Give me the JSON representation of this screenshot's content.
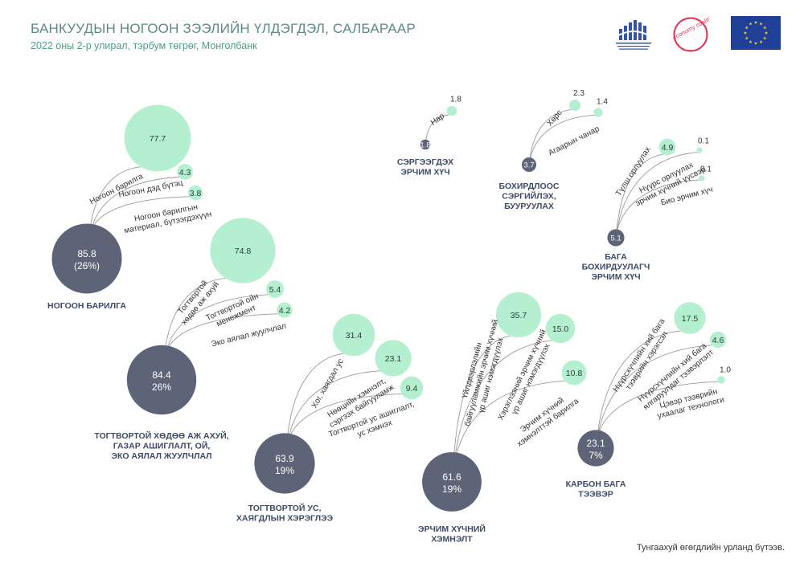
{
  "header": {
    "title": "БАНКУУДЫН НОГООН ЗЭЭЛИЙН ҮЛДЭГДЭЛ, САЛБАРААР",
    "subtitle": "2022 оны 2-р улирал, тэрбум төгрөг, Монголбанк"
  },
  "footer": {
    "note": "Тунгаахуй өгөгдлийн урланд бүтээв."
  },
  "logos": {
    "gcc": "gcc-logo",
    "geco": "green economy coalition",
    "eu": "eu-flag"
  },
  "colors": {
    "sector": "#5d6478",
    "sub": "#b4f0cf",
    "connector": "#9a9a9a",
    "accent": "#5b8a84"
  },
  "chart_data": {
    "type": "bubble-tree",
    "title": "БАНКУУДЫН НОГООН ЗЭЭЛИЙН ҮЛДЭГДЭЛ, САЛБАРААР",
    "sectors": [
      {
        "name": "НОГООН БАРИЛГА",
        "value": 85.8,
        "share": "(26%)",
        "subs": [
          {
            "name": "Ногоон барилга",
            "value": 77.7
          },
          {
            "name": "Ногоон дэд бүтэц",
            "value": 4.3
          },
          {
            "name": "Ногоон барилгын материал, бүтээгдэхүүн",
            "value": 3.8
          }
        ]
      },
      {
        "name": "ТОГТВОРТОЙ ХӨДӨӨ АЖ АХУЙ, ГАЗАР АШИГЛАЛТ, ОЙ, ЭКО АЯЛАЛ ЖУУЛЧЛАЛ",
        "value": 84.4,
        "share": "26%",
        "subs": [
          {
            "name": "Тогтвортой хөдөө аж ахуй",
            "value": 74.8
          },
          {
            "name": "Тогтвортой ойн менежмент",
            "value": 5.4
          },
          {
            "name": "Эко аялал жуулчлал",
            "value": 4.2
          }
        ]
      },
      {
        "name": "ТОГТВОРТОЙ УС, ХАЯГДЛЫН ХЭРЭГЛЭЭ",
        "value": 63.9,
        "share": "19%",
        "subs": [
          {
            "name": "Хог, хаягдал ус",
            "value": 31.4
          },
          {
            "name": "Нөөцийн хэмнэлт, сэргээх байгууламж",
            "value": 23.1
          },
          {
            "name": "Тогтвортой ус ашиглалт, ус хэмнэх",
            "value": 9.4
          }
        ]
      },
      {
        "name": "ЭРЧИМ ХҮЧНИЙ ХЭМНЭЛТ",
        "value": 61.6,
        "share": "19%",
        "subs": [
          {
            "name": "Үйлдвэрлэлийн байгууламжийн эрчим хүчний үр ашиг нэмэгдүүлэх",
            "value": 35.7
          },
          {
            "name": "Хэрэглээний эрчим хүчний үр ашиг нэмэгдүүлэх",
            "value": 15.0
          },
          {
            "name": "Эрчим хүчний хэмнэлттэй барилга",
            "value": 10.8
          }
        ]
      },
      {
        "name": "КАРБОН БАГА ТЭЭВЭР",
        "value": 23.1,
        "share": "7%",
        "subs": [
          {
            "name": "Нүүрсхүчлийн хий бага тээврийн хэрэгсэл",
            "value": 17.5
          },
          {
            "name": "Нүүрсхүчлийн хий бага ялгаруулдаг тээвэрлэлт",
            "value": 4.6
          },
          {
            "name": "Цэвэр тээврийн ухаалаг технологи",
            "value": 1.0
          }
        ]
      },
      {
        "name": "БАГА БОХИРДУУЛАГЧ ЭРЧИМ ХҮЧ",
        "value": 5.1,
        "share": "",
        "subs": [
          {
            "name": "Түлш орлуулах",
            "value": 4.9
          },
          {
            "name": "Нүүрс орлуулах эрчим хүчний үүсвэр",
            "value": 0.1
          },
          {
            "name": "Био эрчим хүч",
            "value": 0.1
          }
        ]
      },
      {
        "name": "БОХИРДЛООС СЭРГИЙЛЭХ, БУУРУУЛАХ",
        "value": 3.7,
        "share": "",
        "subs": [
          {
            "name": "Хөрс",
            "value": 2.3
          },
          {
            "name": "Агаарын чанар",
            "value": 1.4
          }
        ]
      },
      {
        "name": "СЭРГЭЭГДЭХ ЭРЧИМ ХҮЧ",
        "value": 1.8,
        "share": "",
        "subs": [
          {
            "name": "Нар",
            "value": 1.8
          }
        ]
      }
    ]
  }
}
